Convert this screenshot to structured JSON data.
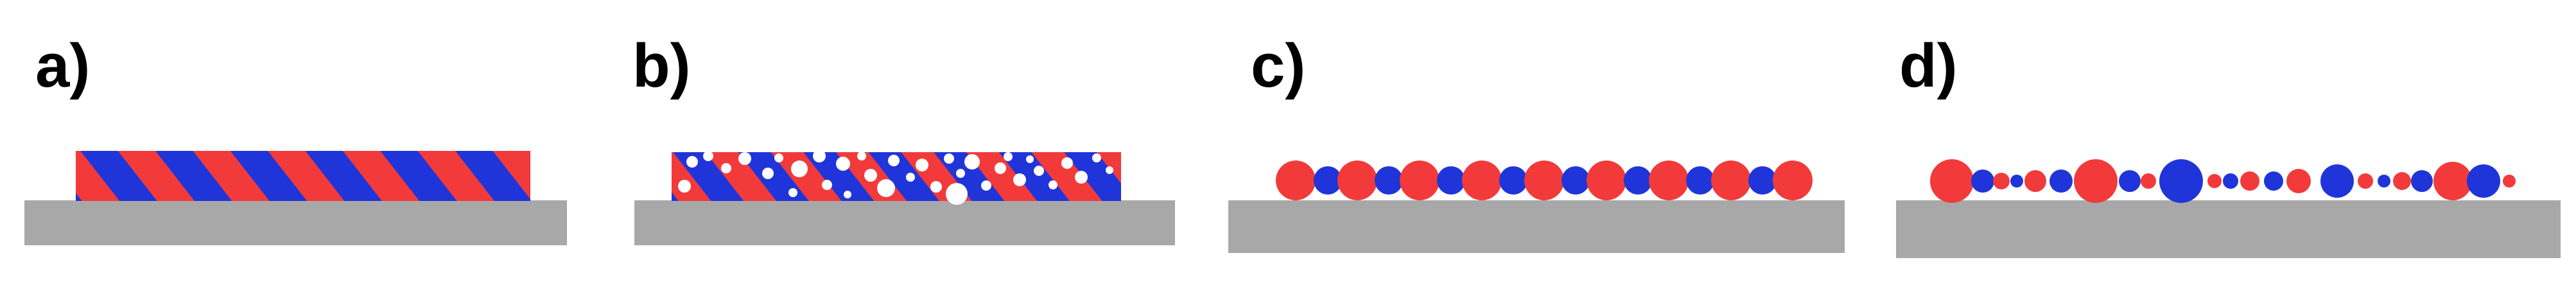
{
  "panels": [
    {
      "label": "a)",
      "stage": "striped-film"
    },
    {
      "label": "b)",
      "stage": "porous-striped-film"
    },
    {
      "label": "c)",
      "stage": "uniform-droplet-chain"
    },
    {
      "label": "d)",
      "stage": "nonuniform-droplet-chain"
    }
  ],
  "colors": {
    "red": "#f23a3a",
    "blue": "#1f35d9",
    "substrate": "#a8a8a8",
    "pore": "#ffffff"
  },
  "icons": {
    "substrate": "substrate-slab",
    "film": "bilayer-film",
    "droplet": "droplet"
  }
}
